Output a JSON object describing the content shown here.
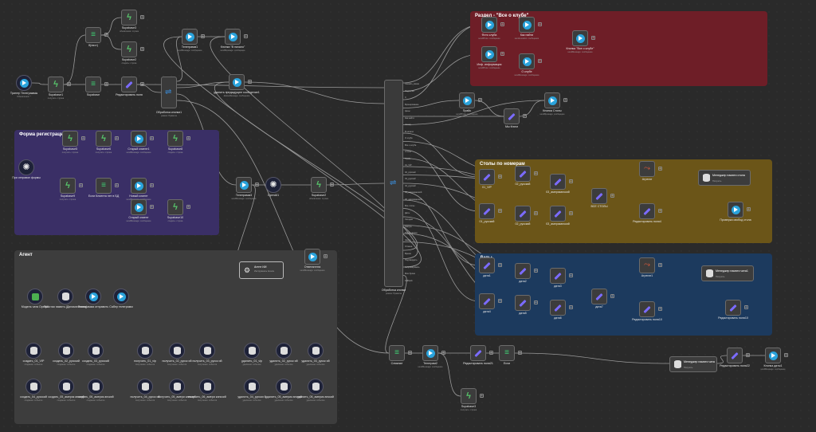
{
  "groups": [
    {
      "id": "raz",
      "title": "Раздел - \"Все о клубе\"",
      "color": "#6e1e27"
    },
    {
      "id": "reg",
      "title": "Форма регистрации",
      "color": "#3a2f66"
    },
    {
      "id": "stoly",
      "title": "Столы по номерам",
      "color": "#6b5518"
    },
    {
      "id": "daty",
      "title": "Даты",
      "color": "#1c3a5e"
    },
    {
      "id": "agent",
      "title": "Агент",
      "color": "#3d3d3d"
    }
  ],
  "nodes": {
    "n_trigger": {
      "label": "Триггер Телеграммы",
      "sub": "Обновления: *",
      "icon": "tg"
    },
    "n_supa1": {
      "label": "Supabase1",
      "sub": "получить: строка",
      "icon": "bolt"
    },
    "n_if1": {
      "label": "If(лист)",
      "sub": "",
      "icon": "filt"
    },
    "n_supa3": {
      "label": "Supabase3",
      "sub": "обновление: строка",
      "icon": "bolt"
    },
    "n_supa2": {
      "label": "Supabase2",
      "sub": "создать: строка",
      "icon": "bolt"
    },
    "n_supa4": {
      "label": "Supabase",
      "sub": "",
      "icon": "filt"
    },
    "n_edit1": {
      "label": "Редактировать поля",
      "sub": "",
      "icon": "pen"
    },
    "n_switch_btn": {
      "label": "Обработка кнопки1",
      "sub": "режим: Правила"
    },
    "n_tg_top": {
      "label": "Телеграмм1",
      "sub": "sendMessage: сообщение",
      "icon": "tg"
    },
    "n_start_btn": {
      "label": "Кнопка \"В начало\"",
      "sub": "sendMessage: сообщение",
      "icon": "tg"
    },
    "n_delete_msg": {
      "label": "удалить предыдущее сообщение1",
      "sub": "deleteMessage: сообщение",
      "icon": "tg"
    },
    "n_form_trig": {
      "label": "При отправке формы",
      "sub": "",
      "icon": "gear"
    },
    "n_supa5": {
      "label": "Supabase5",
      "sub": "получить: строка",
      "icon": "bolt"
    },
    "n_supa6": {
      "label": "Supabase6",
      "sub": "получить: строка",
      "icon": "bolt"
    },
    "n_old_client1": {
      "label": "Старый клиент1",
      "sub": "sendMessage: сообщение",
      "icon": "tg"
    },
    "n_supa8": {
      "label": "Supabase8",
      "sub": "создать: строка",
      "icon": "bolt"
    },
    "n_supa9": {
      "label": "Supabase9",
      "sub": "получить: строка",
      "icon": "bolt"
    },
    "n_if_new": {
      "label": "Если Клиента нет в БД",
      "sub": "",
      "icon": "filt"
    },
    "n_new_client": {
      "label": "Новый клиент",
      "sub": "sendMessage: сообщение",
      "icon": "tg"
    },
    "n_old_client": {
      "label": "Старый клиент",
      "sub": "sendMessage: сообщение",
      "icon": "tg"
    },
    "n_supa10": {
      "label": "Supabase10",
      "sub": "создать: строка",
      "icon": "bolt"
    },
    "n_tg3": {
      "label": "Телеграмм3",
      "sub": "sendMessage: сообщение",
      "icon": "tg"
    },
    "n_openai": {
      "label": "OpenAI1",
      "sub": "",
      "icon": "gear"
    },
    "n_supa_mid": {
      "label": "Supabase2",
      "sub": "обновление: строка",
      "icon": "bolt"
    },
    "n_agent": {
      "title": "Агент ИИ",
      "sub": "Инструменты Агента"
    },
    "n_otvet": {
      "label": "Ответагента",
      "sub": "sendMessage: сообщение",
      "icon": "tg"
    },
    "n_switch_big": {
      "label": "Обработка кнопки",
      "sub": "режим: Правила"
    },
    "n_club": {
      "label": "Фото клуба",
      "sub": "sendPhoto: сообщение",
      "icon": "tg"
    },
    "n_how": {
      "label": "Как найти",
      "sub": "sendLocation: сообщение",
      "icon": "tg"
    },
    "n_all_club": {
      "label": "Кнопка \"Все о клубе\"",
      "sub": "sendMessage: сообщение",
      "icon": "tg"
    },
    "n_info": {
      "label": "Инф. информация",
      "sub": "sendPhoto: сообщение",
      "icon": "tg"
    },
    "n_o_club": {
      "label": "О клубе",
      "sub": "sendMessage: сообщение",
      "icon": "tg"
    },
    "n_prais": {
      "label": "Прайс",
      "sub": "sendPhoto: сообщение",
      "icon": "tg"
    },
    "n_my_knig": {
      "label": "Мы Книги",
      "sub": "",
      "icon": "pen"
    },
    "n_stoly_btn": {
      "label": "Кнопка Столы",
      "sub": "sendMessage: сообщение",
      "icon": "tg"
    },
    "n_s1": {
      "label": "01_VIP",
      "sub": "",
      "icon": "pen"
    },
    "n_s2": {
      "label": "02_русский",
      "sub": "",
      "icon": "pen"
    },
    "n_s3": {
      "label": "03_американский",
      "sub": "",
      "icon": "pen"
    },
    "n_s4": {
      "label": "ВСЕ СТОЛЫ",
      "sub": "",
      "icon": "pen"
    },
    "n_s5": {
      "label": "01_русский",
      "sub": "",
      "icon": "pen"
    },
    "n_s6": {
      "label": "02_русский",
      "sub": "",
      "icon": "pen"
    },
    "n_s7": {
      "label": "03_американский",
      "sub": "",
      "icon": "pen"
    },
    "n_agr1": {
      "label": "Агрегат",
      "sub": "",
      "icon": "red"
    },
    "n_edit4": {
      "label": "Редактировать поля4",
      "sub": "",
      "icon": "pen"
    },
    "n_mgr_tbl1": {
      "title": "Менеджер памяти стола",
      "sub": "Получить"
    },
    "n_tbl_check": {
      "label": "Проверка свобод стола",
      "sub": "",
      "icon": "tg"
    },
    "n_d1": {
      "label": "дата1",
      "sub": "",
      "icon": "pen"
    },
    "n_d2": {
      "label": "дата2",
      "sub": "",
      "icon": "pen"
    },
    "n_d3": {
      "label": "дата3",
      "sub": "",
      "icon": "pen"
    },
    "n_d4": {
      "label": "дата4",
      "sub": "",
      "icon": "pen"
    },
    "n_d5": {
      "label": "дата5",
      "sub": "",
      "icon": "pen"
    },
    "n_d6": {
      "label": "дата6",
      "sub": "",
      "icon": "pen"
    },
    "n_d7": {
      "label": "дата7",
      "sub": "",
      "icon": "pen"
    },
    "n_d8": {
      "label": "дата8",
      "sub": "",
      "icon": "pen"
    },
    "n_agr2": {
      "label": "Агрегат1",
      "sub": "",
      "icon": "red"
    },
    "n_edit9": {
      "label": "Редактировать поля10",
      "sub": "",
      "icon": "pen"
    },
    "n_mgr_date": {
      "title": "Менеджер памяти чата1",
      "sub": "Получить"
    },
    "n_edit10": {
      "label": "Редактировать поля10",
      "sub": "",
      "icon": "pen"
    },
    "n_model": {
      "label": "Модель чата OpenAI",
      "sub": "",
      "icon": "chk"
    },
    "n_memory": {
      "label": "Простая память (Динамическая)",
      "sub": "",
      "icon": "db"
    },
    "n_tg_agent": {
      "label": "Телеграмма отправить",
      "sub": "",
      "icon": "tg"
    },
    "n_think": {
      "label": "Сабер телеграмм",
      "sub": "",
      "icon": "tg"
    },
    "n_merge": {
      "label": "Слияние",
      "sub": "",
      "icon": "filt"
    },
    "n_tg2": {
      "label": "Телеграм2",
      "sub": "sendMessage: сообщение",
      "icon": "tg"
    },
    "n_edit21": {
      "label": "Редактировать поля21",
      "sub": "",
      "icon": "pen"
    },
    "n_if_last": {
      "label": "Если",
      "sub": "",
      "icon": "filt"
    },
    "n_mgr_last": {
      "title": "Менеджер памяти чата",
      "sub": "Получить"
    },
    "n_edit22": {
      "label": "Редактировать поля22",
      "sub": "",
      "icon": "pen"
    },
    "n_btn_date": {
      "label": "Кнопка даты1",
      "sub": "sendMessage: сообщение",
      "icon": "tg"
    },
    "n_supa_bottom": {
      "label": "Supabase3",
      "sub": "получить: строка",
      "icon": "bolt"
    }
  },
  "tools": [
    {
      "label": "создать_01_VIP",
      "sub": "создание: событие"
    },
    {
      "label": "создать_02_русский",
      "sub": "создание: событие"
    },
    {
      "label": "создать_03_русский",
      "sub": "создание: событие"
    },
    {
      "label": "получить_01_vip",
      "sub": "получение: события"
    },
    {
      "label": "получить_02_русск ий",
      "sub": "получение: события"
    },
    {
      "label": "получить_03_русск ий",
      "sub": "получение: события"
    },
    {
      "label": "удалить_01_vip",
      "sub": "удаление: событие"
    },
    {
      "label": "удалить_02_русск ий",
      "sub": "удаление: событие"
    },
    {
      "label": "удалить_03_русск ий",
      "sub": "удаление: событие"
    },
    {
      "label": "создать_04_русский",
      "sub": "создание: событие"
    },
    {
      "label": "создать_05_америк анский",
      "sub": "создание: событие"
    },
    {
      "label": "создать_06_америк анский",
      "sub": "создание: событие"
    },
    {
      "label": "получить_04_русск ий",
      "sub": "получение: события"
    },
    {
      "label": "получить_05_амери канский",
      "sub": "получение: события"
    },
    {
      "label": "получить_06_амери канский",
      "sub": "получение: события"
    },
    {
      "label": "удалить_04_русски й",
      "sub": "удаление: событие"
    },
    {
      "label": "удалить_05_америк анский",
      "sub": "удаление: событие"
    },
    {
      "label": "удалить_06_америк анский",
      "sub": "удаление: событие"
    }
  ],
  "switch_outputs": [
    "Скачать_меню",
    "Подписка",
    "С",
    "Бронирование",
    "Цены",
    "Как найти",
    "Назад",
    "В начало",
    "О клубе",
    "Все о клубе",
    "Столы",
    "Прайс",
    "01_VIP",
    "02_русский",
    "03_русский",
    "04_русский",
    "05_американский",
    "06_американский",
    "Все столы",
    "Даты",
    "Сегодня",
    "Завтра",
    "Послезавтра",
    "Назад",
    "Отмена",
    "Время",
    "Подтвердить",
    "Забронировать",
    "Мои брони",
    "Fallback"
  ],
  "colors": {
    "canvas": "#2a2a2a",
    "wire": "#9a9a9a",
    "tool_wire": "#a0a0a0",
    "telegram": "#2aa3dc",
    "edit": "#7b6bff",
    "supabase": "#57c56b"
  }
}
